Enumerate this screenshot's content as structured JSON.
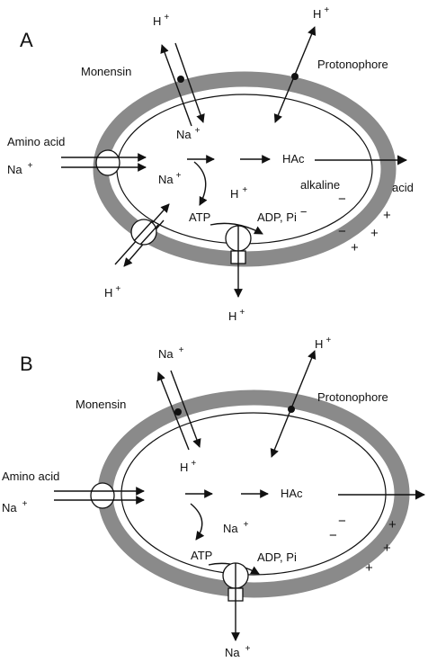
{
  "panel_a": {
    "label": "A",
    "monensin": "Monensin",
    "protonophore": "Protonophore",
    "amino_acid": "Amino acid",
    "na_out": "Na",
    "h_top_left": "H",
    "h_top_right": "H",
    "na_inside": "Na",
    "na_symport": "Na",
    "hac": "HAc",
    "alkaline": "alkaline",
    "acid": "acid",
    "h_inside": "H",
    "atp": "ATP",
    "adp_pi": "ADP, Pi",
    "h_lower_left": "H",
    "h_bottom": "H",
    "charge_plus": "+",
    "charge_minus": "−"
  },
  "panel_b": {
    "label": "B",
    "monensin": "Monensin",
    "protonophore": "Protonophore",
    "amino_acid": "Amino acid",
    "na_out": "Na",
    "na_top_left": "Na",
    "h_top_right": "H",
    "h_inside_monensin": "H",
    "hac": "HAc",
    "na_inside": "Na",
    "atp": "ATP",
    "adp_pi": "ADP, Pi",
    "na_bottom": "Na",
    "charge_plus": "+",
    "charge_minus": "−"
  }
}
